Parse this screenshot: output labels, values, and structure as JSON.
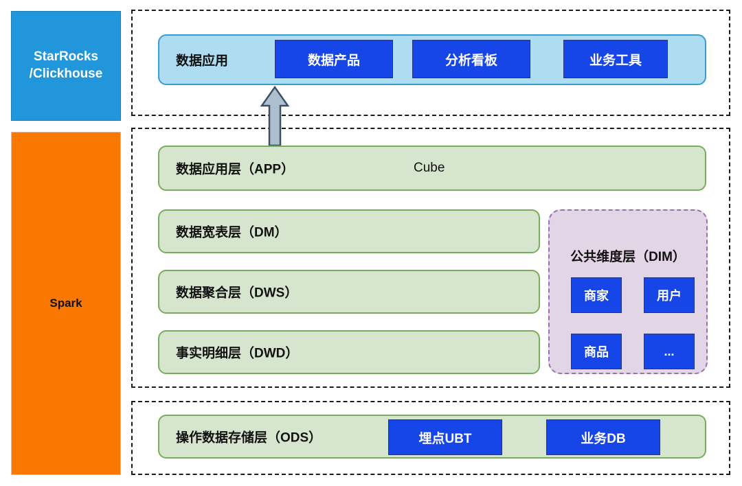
{
  "engines": [
    {
      "id": "starrocks",
      "lines": [
        "StarRocks",
        "/Clickhouse"
      ],
      "color": "#2296da"
    },
    {
      "id": "spark",
      "lines": [
        "Spark"
      ],
      "color": "#fa7800"
    }
  ],
  "app_serving": {
    "bar_label": "数据应用",
    "bar_color": "#aedcf0",
    "chips": [
      {
        "label": "数据产品"
      },
      {
        "label": "分析看板"
      },
      {
        "label": "业务工具"
      }
    ]
  },
  "warehouse": {
    "layers": [
      {
        "title": "数据应用层（APP）",
        "note": "Cube"
      },
      {
        "title": "数据宽表层（DM）",
        "note": ""
      },
      {
        "title": "数据聚合层（DWS）",
        "note": ""
      },
      {
        "title": "事实明细层（DWD）",
        "note": ""
      }
    ],
    "dim_panel": {
      "title": "公共维度层（DIM）",
      "color": "#e2d5e6",
      "chips": [
        {
          "label": "商家"
        },
        {
          "label": "用户"
        },
        {
          "label": "商品"
        },
        {
          "label": "..."
        }
      ]
    }
  },
  "ods": {
    "title": "操作数据存储层（ODS）",
    "chips": [
      {
        "label": "埋点UBT"
      },
      {
        "label": "业务DB"
      }
    ]
  },
  "colors": {
    "chip_blue": "#1645e8",
    "layer_green": "#d6e5cd",
    "layer_green_border": "#79ac5d",
    "dashed_border": "#1a1a1a",
    "arrow_fill": "#aebfcf",
    "arrow_stroke": "#3c5163"
  },
  "icons": {
    "flow_arrow": "up-arrow-icon"
  }
}
